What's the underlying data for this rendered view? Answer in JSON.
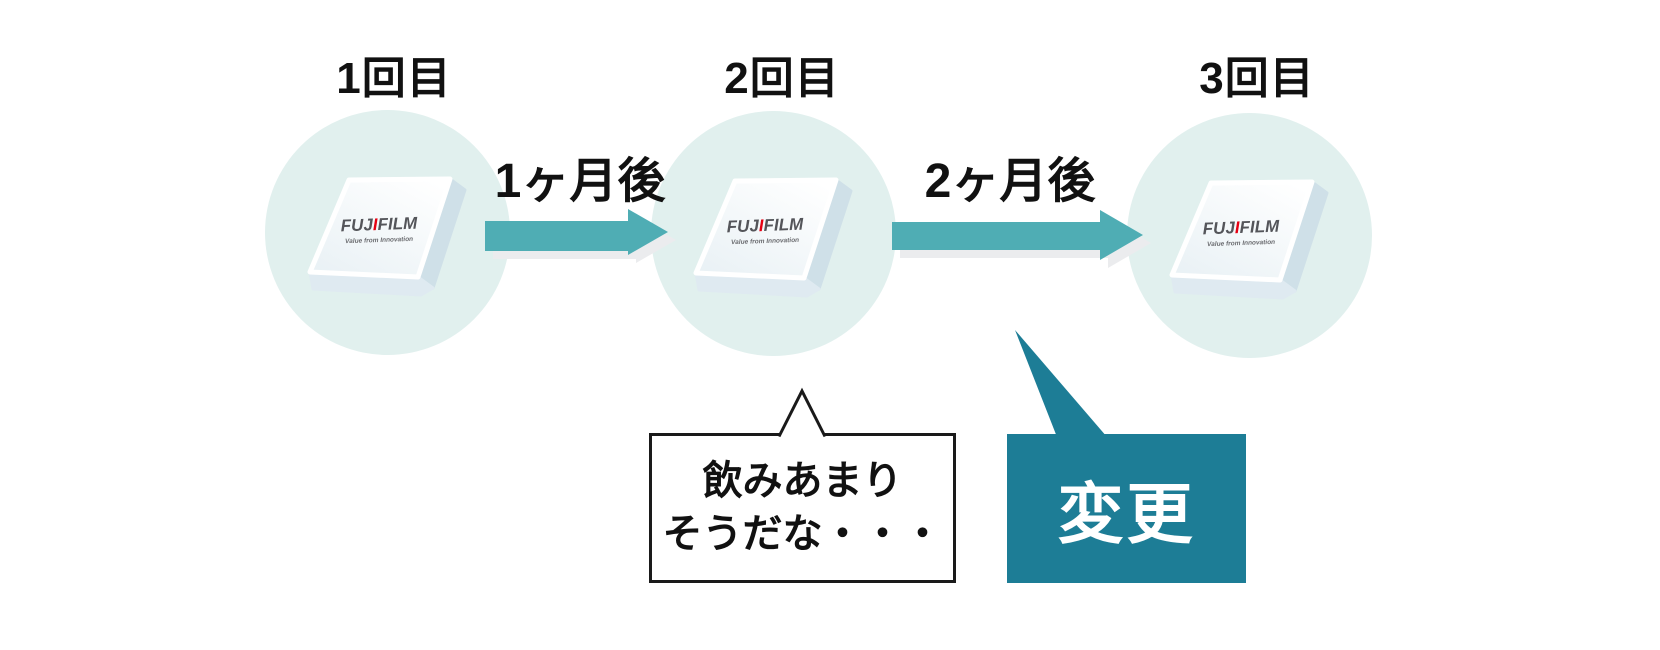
{
  "steps": [
    {
      "label": "1回目"
    },
    {
      "label": "2回目"
    },
    {
      "label": "3回目"
    }
  ],
  "intervals": [
    {
      "label": "1ヶ月後"
    },
    {
      "label": "2ヶ月後"
    }
  ],
  "product": {
    "brand_prefix": "FUJ",
    "brand_accent": "I",
    "brand_suffix": "FILM",
    "tagline": "Value from Innovation"
  },
  "thought_bubble": {
    "lines": [
      "飲みあまり",
      "そうだな・・・"
    ]
  },
  "change_callout": {
    "label": "変更"
  },
  "colors": {
    "circle": "#e1f0ee",
    "arrow": "#4fadb4",
    "arrow_shadow": "#ebecee",
    "callout": "#1d7d96",
    "bubble_border": "#1a1a1a",
    "text": "#111111",
    "logo_gray": "#54555a",
    "logo_red": "#e60012"
  }
}
